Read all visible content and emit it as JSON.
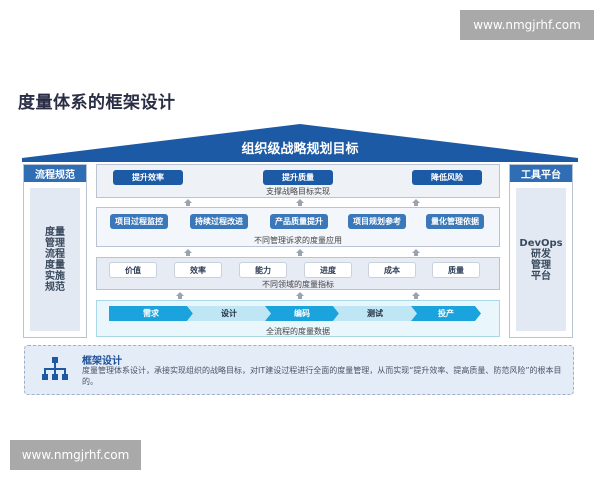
{
  "watermark": {
    "top": "www.nmgjrhf.com",
    "bottom": "www.nmgjrhf.com"
  },
  "page_title": "度量体系的框架设计",
  "colors": {
    "roof": "#1d5aa6",
    "goal_button": "#1d5aa6",
    "application_button": "#3a78b9",
    "chevron_dark": "#1aa3dc",
    "chevron_light": "#bfe6f5",
    "side_header": "#2f6db5"
  },
  "roof": {
    "title": "组织级战略规划目标"
  },
  "left_panel": {
    "header": "流程规范",
    "body": "度量\n管理\n流程\n度量\n实施\n规范"
  },
  "right_panel": {
    "header": "工具平台",
    "body": "DevOps\n研发\n管理\n平台"
  },
  "layers": {
    "goals": {
      "caption": "支撑战略目标实现",
      "items": [
        "提升效率",
        "提升质量",
        "降低风险"
      ]
    },
    "applications": {
      "caption": "不同管理诉求的度量应用",
      "items": [
        "项目过程监控",
        "持续过程改进",
        "产品质量提升",
        "项目规划参考",
        "量化管理依据"
      ]
    },
    "metrics": {
      "caption": "不同领域的度量指标",
      "items": [
        "价值",
        "效率",
        "能力",
        "进度",
        "成本",
        "质量"
      ]
    },
    "data": {
      "caption": "全流程的度量数据",
      "items": [
        "需求",
        "设计",
        "编码",
        "测试",
        "投产"
      ]
    }
  },
  "note": {
    "icon": "org-chart-icon",
    "title": "框架设计",
    "text": "度量管理体系设计，承接实现组织的战略目标，对IT建设过程进行全面的度量管理，从而实现“提升效率、提高质量、防范风险”的根本目的。"
  }
}
